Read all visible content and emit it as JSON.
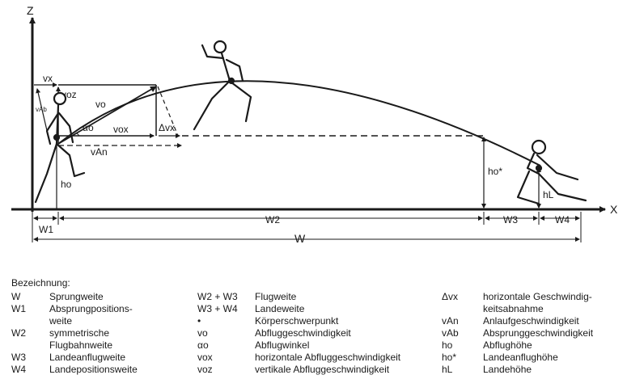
{
  "labels": {
    "axis_z": "Z",
    "axis_x": "X",
    "v_x": "vx",
    "v_oz": "voz",
    "v_ab": "vAb",
    "v_o": "vo",
    "alpha_o": "αo",
    "v_ox": "vox",
    "delta_vx": "Δvx",
    "v_an": "vAn",
    "h_o": "ho",
    "h_o_star": "ho*",
    "h_l": "hL",
    "w1": "W1",
    "w2": "W2",
    "w3": "W3",
    "w4": "W4",
    "w": "W"
  },
  "legend": {
    "title": "Bezeichnung:",
    "col1": [
      {
        "sym": "W",
        "desc": "Sprungweite"
      },
      {
        "sym": "W1",
        "desc": "Absprungpositions-\nweite"
      },
      {
        "sym": "W2",
        "desc": "symmetrische\nFlugbahnweite"
      },
      {
        "sym": "W3",
        "desc": "Landeanflugweite"
      },
      {
        "sym": "W4",
        "desc": "Landepositionsweite"
      }
    ],
    "col2": [
      {
        "sym": "W2 + W3",
        "desc": "Flugweite"
      },
      {
        "sym": "W3 + W4",
        "desc": "Landeweite"
      },
      {
        "sym": "•",
        "desc": "Körperschwerpunkt"
      },
      {
        "sym": "vo",
        "desc": "Abfluggeschwindigkeit"
      },
      {
        "sym": "αo",
        "desc": "Abflugwinkel"
      },
      {
        "sym": "vox",
        "desc": "horizontale Abfluggeschwindigkeit"
      },
      {
        "sym": "voz",
        "desc": "vertikale Abfluggeschwindigkeit"
      }
    ],
    "col3": [
      {
        "sym": "Δvx",
        "desc": "horizontale Geschwindig-\nkeitsabnahme"
      },
      {
        "sym": "vAn",
        "desc": "Anlaufgeschwindigkeit"
      },
      {
        "sym": "vAb",
        "desc": "Absprunggeschwindigkeit"
      },
      {
        "sym": "ho",
        "desc": "Abflughöhe"
      },
      {
        "sym": "ho*",
        "desc": "Landeanflughöhe"
      },
      {
        "sym": "hL",
        "desc": "Landehöhe"
      }
    ]
  }
}
